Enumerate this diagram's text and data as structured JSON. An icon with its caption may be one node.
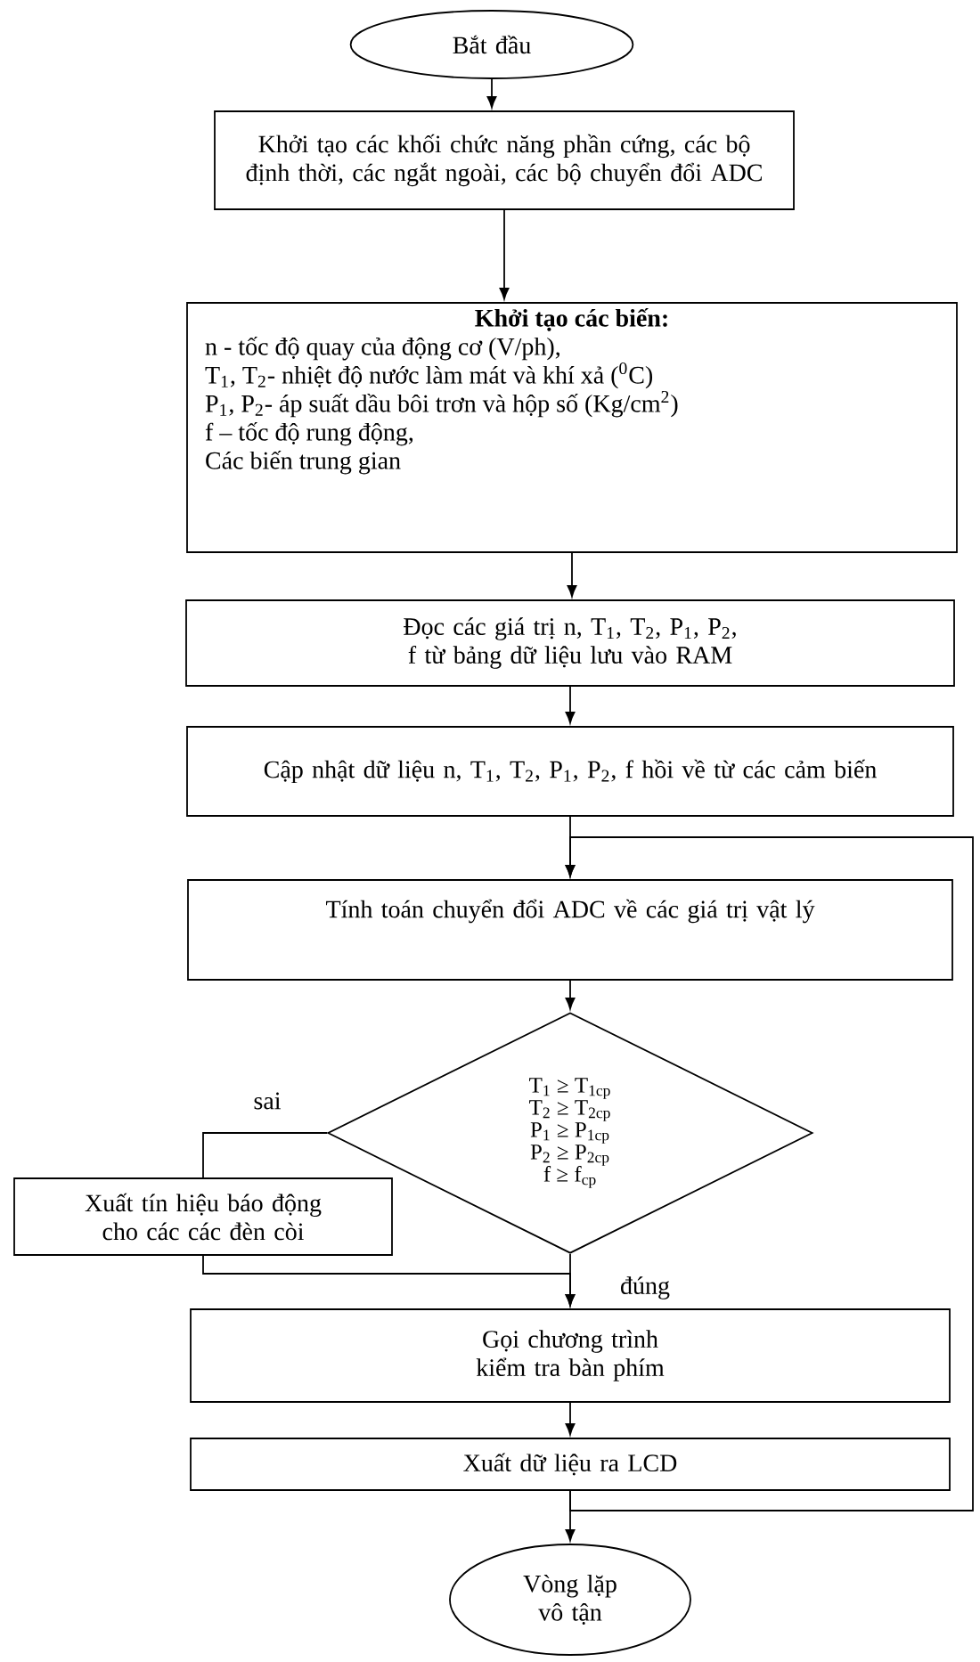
{
  "diagram": {
    "nodes": [
      {
        "text": [
          "Bắt đầu"
        ]
      },
      {
        "text": [
          "Khởi tạo các khối chức năng phần cứng, các bộ định thời, các ngắt ngoài, các bộ chuyển đổi ADC"
        ]
      },
      {
        "text": [
          "Khởi tạo các biến:",
          "n - tốc độ quay của động cơ (V/ph),",
          "T$_{1}$, T$_{2}$- nhiệt độ nước làm mát và khí xả ($^{0}$C)",
          "P$_{1}$, P$_{2}$- áp suất dầu bôi trơn và hộp số (Kg/cm$^{2}$)",
          "f – tốc độ rung động,",
          "Các biến trung gian"
        ]
      },
      {
        "text": [
          "Đọc các giá trị n, T$_{1}$, T$_{2}$, P$_{1}$, P$_{2}$, f từ bảng dữ liệu lưu vào RAM"
        ]
      },
      {
        "text": [
          "Cập nhật dữ liệu n, T$_{1}$, T$_{2}$, P$_{1}$, P$_{2}$, f hồi về từ các cảm biến"
        ]
      },
      {
        "text": [
          "Tính toán chuyển đổi ADC về các giá trị vật lý"
        ]
      },
      {
        "text": [
          "T$_{1}$ ≥ T$_{1cp}$",
          "T$_{2}$ ≥ T$_{2cp}$",
          "P$_{1}$ ≥ P$_{1cp}$",
          "P$_{2}$ ≥ P$_{2cp}$",
          "f ≥ f$_{cp}$"
        ]
      },
      {
        "text": [
          "Xuất tín hiệu báo động cho các các đèn còi"
        ]
      },
      {
        "text": [
          "Gọi chương trình kiểm tra bàn phím"
        ]
      },
      {
        "text": [
          "Xuất dữ liệu ra LCD"
        ]
      },
      {
        "text": [
          "Vòng lặp vô tận"
        ]
      }
    ],
    "edges": [
      {
        "from": 0,
        "to": 1,
        "arrow": "to"
      },
      {
        "from": 1,
        "to": 2,
        "arrow": "to"
      },
      {
        "from": 2,
        "to": 3,
        "arrow": "to"
      },
      {
        "from": 3,
        "to": 4,
        "arrow": "to"
      },
      {
        "from": 4,
        "to": 5,
        "arrow": "to"
      },
      {
        "from": 5,
        "to": 6,
        "arrow": "to"
      },
      {
        "from": 6,
        "to": 7,
        "arrow": "none",
        "label": "sai"
      },
      {
        "from": 7,
        "to": 8,
        "arrow": "to"
      },
      {
        "from": 6,
        "to": 8,
        "arrow": "to",
        "label": "đúng"
      },
      {
        "from": 8,
        "to": 9,
        "arrow": "to"
      },
      {
        "from": 9,
        "to": 10,
        "arrow": "to"
      },
      {
        "from": 9,
        "to": 5,
        "arrow": "to"
      }
    ]
  }
}
